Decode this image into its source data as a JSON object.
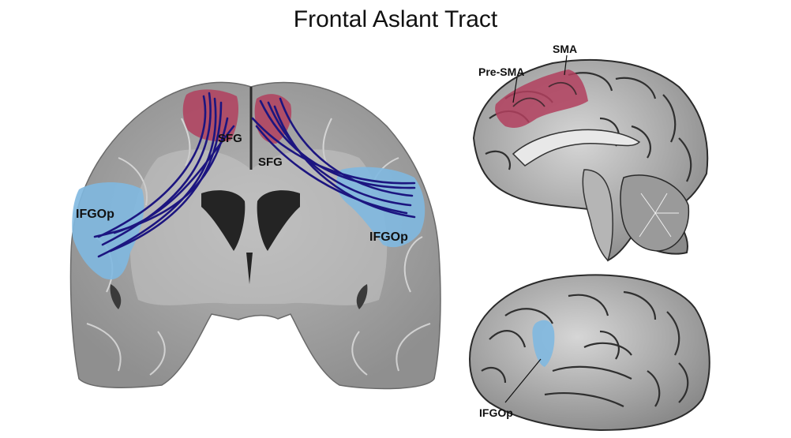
{
  "title": "Frontal Aslant Tract",
  "coronal": {
    "labels": {
      "sfg_left": "SFG",
      "sfg_right": "SFG",
      "ifgop_left": "IFGOp",
      "ifgop_right": "IFGOp"
    }
  },
  "medial": {
    "labels": {
      "pre_sma": "Pre-SMA",
      "sma": "SMA"
    }
  },
  "lateral": {
    "labels": {
      "ifgop": "IFGOp"
    }
  },
  "colors": {
    "sfg_region": "#b2405e",
    "ifgop_region": "#7fb8e0",
    "tract_fibers": "#1c1580",
    "brain_tissue": "#a9a9a9",
    "brain_dark": "#3a3a3a"
  }
}
